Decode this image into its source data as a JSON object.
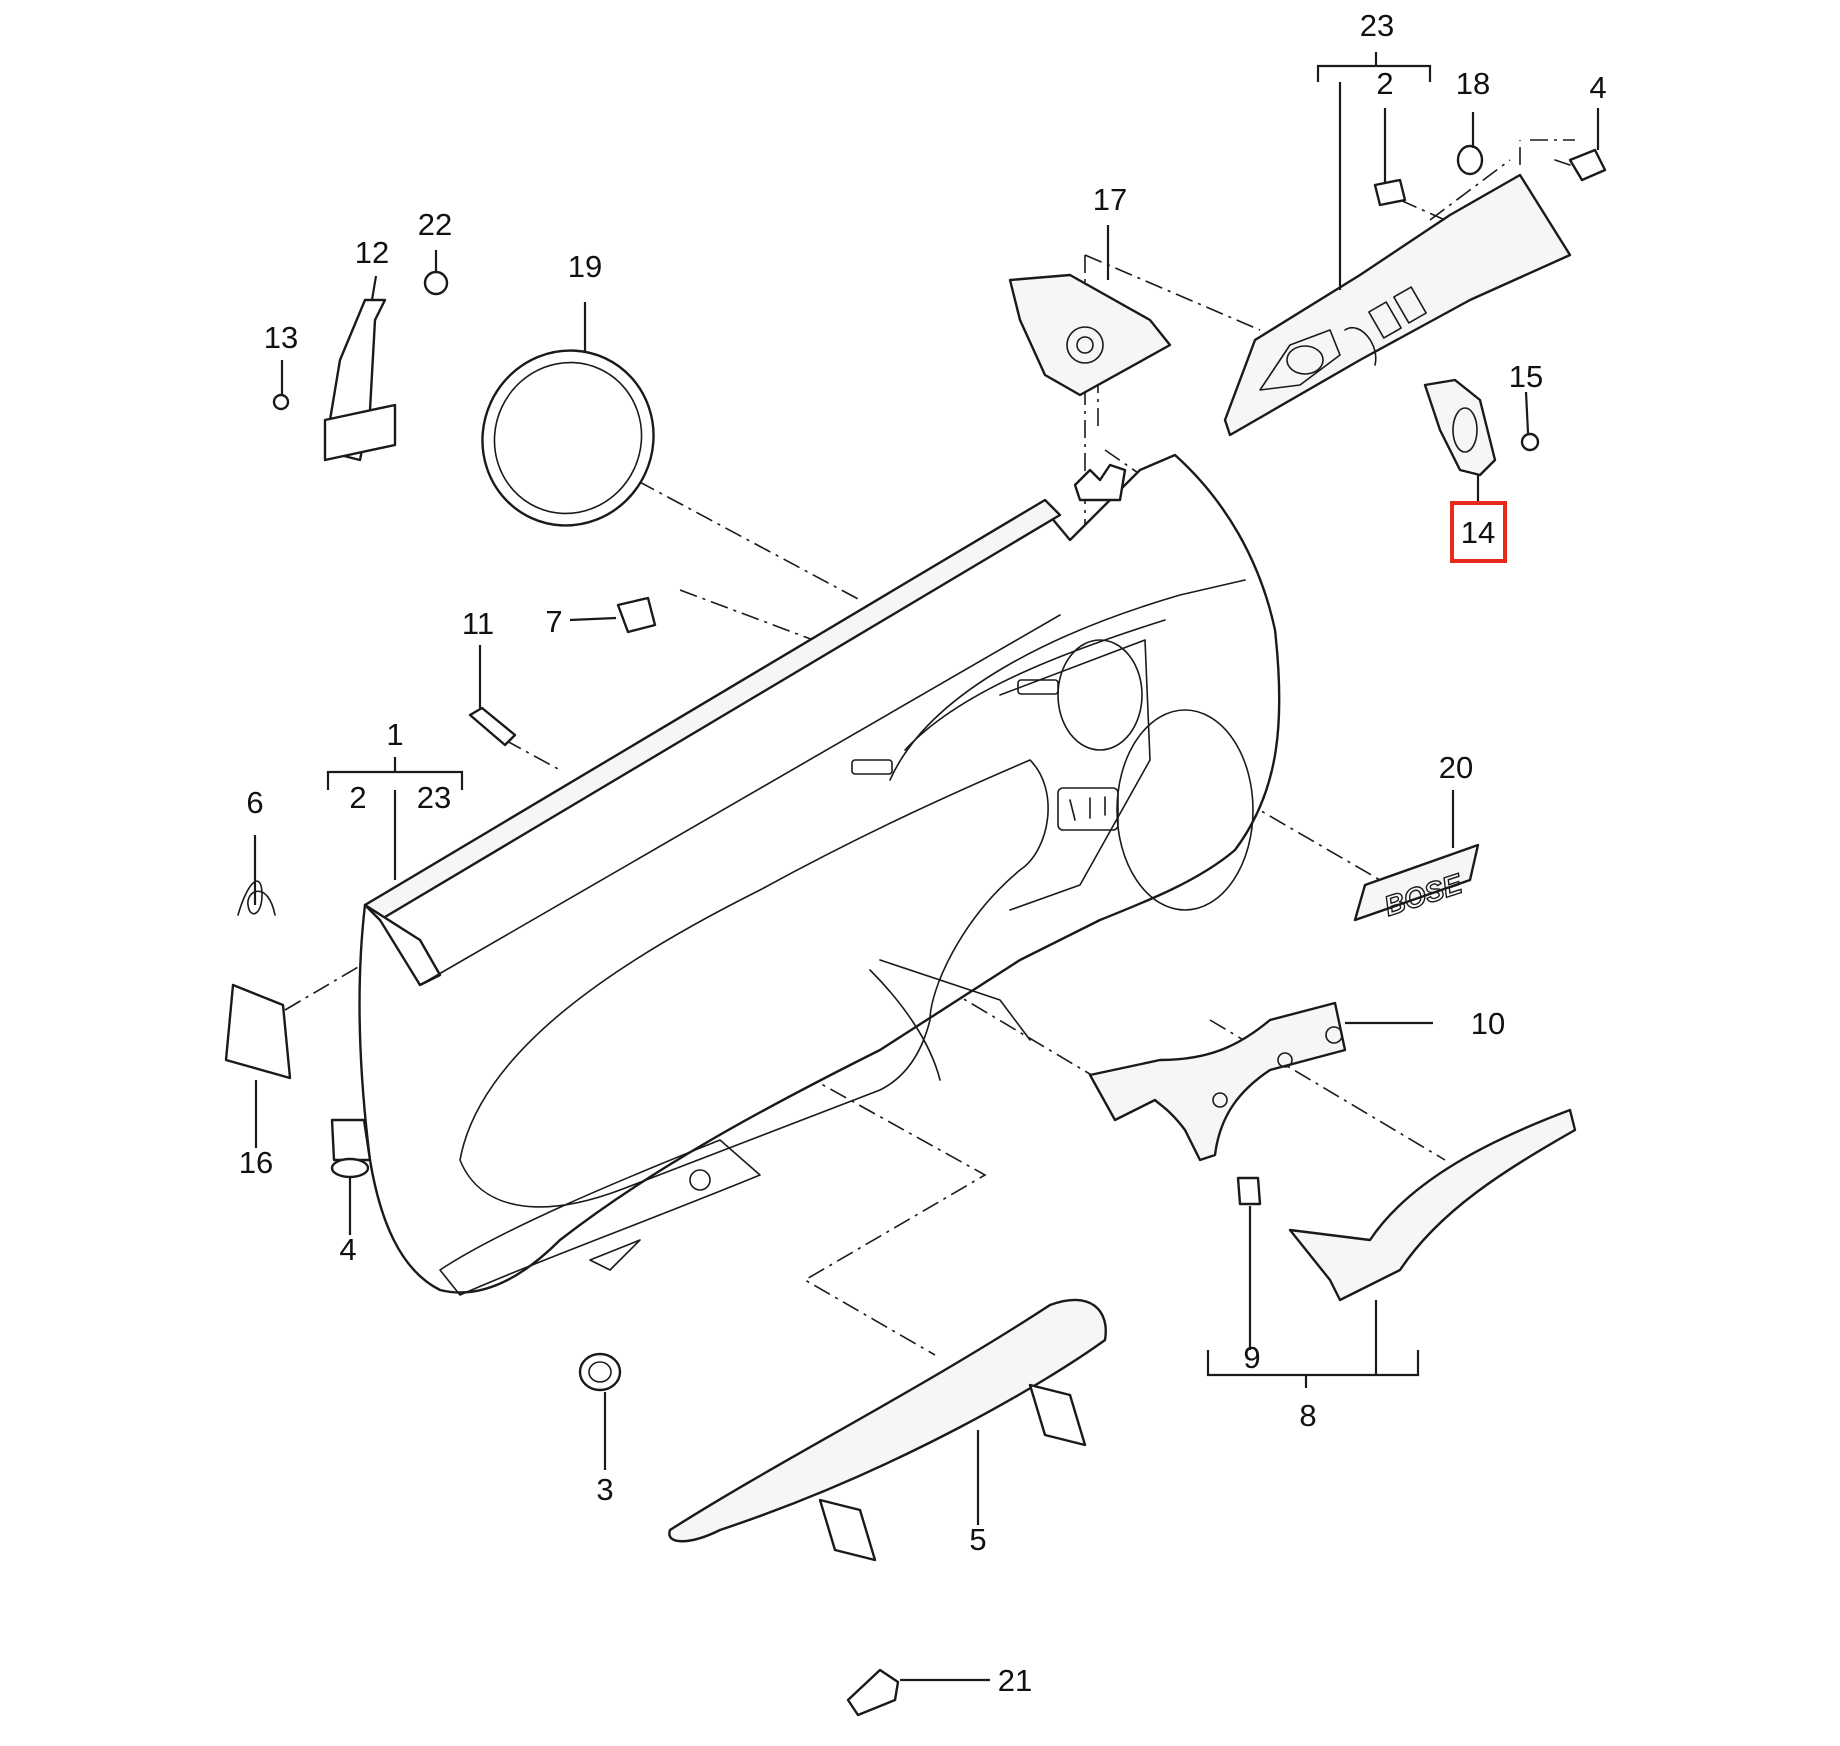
{
  "highlight_color": "#e8291c",
  "highlighted_callout": "14",
  "callouts": {
    "c1": "1",
    "c2_left": "2",
    "c23_left": "23",
    "c2_top": "2",
    "c23_top": "23",
    "c3": "3",
    "c4_top": "4",
    "c4_bottom": "4",
    "c5": "5",
    "c6": "6",
    "c7": "7",
    "c8": "8",
    "c9": "9",
    "c10": "10",
    "c11": "11",
    "c12": "12",
    "c13": "13",
    "c14": "14",
    "c15": "15",
    "c16": "16",
    "c17": "17",
    "c18": "18",
    "c19": "19",
    "c20": "20",
    "c21": "21",
    "c22": "22"
  }
}
